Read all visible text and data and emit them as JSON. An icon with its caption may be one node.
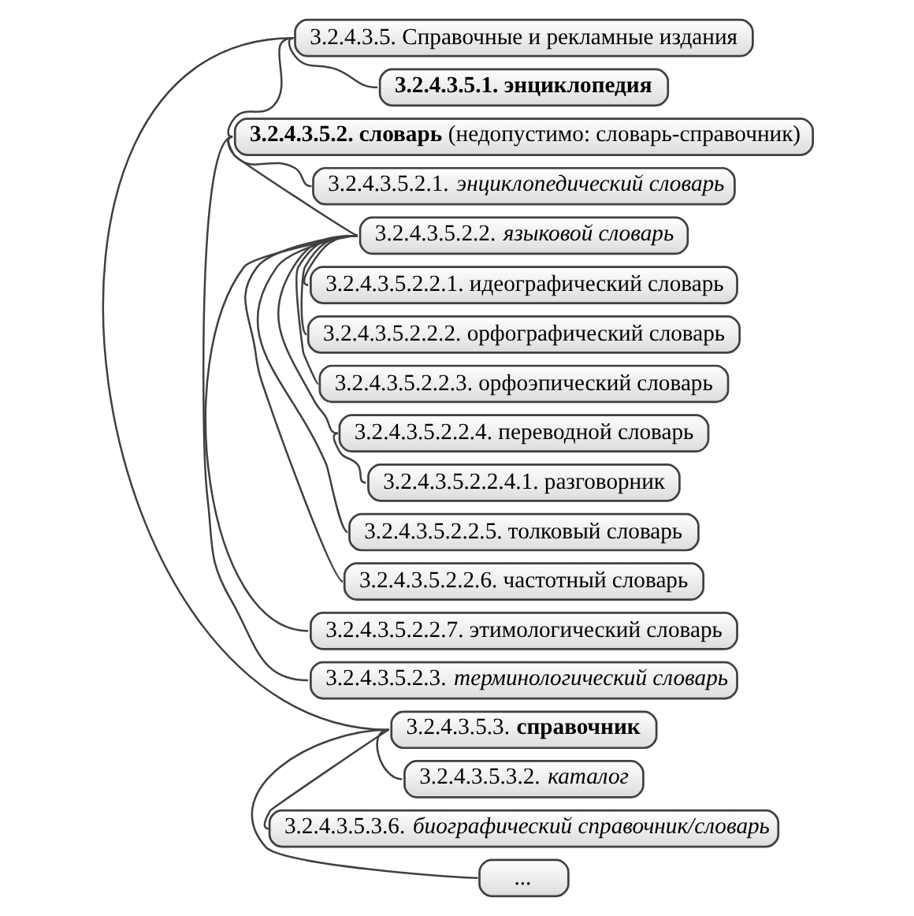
{
  "diagram": {
    "nodes": [
      {
        "text": [
          "3.2.4.3.5. Справочные и рекламные издания"
        ]
      },
      {
        "text": [
          "**3.2.4.3.5.1. энциклопедия**"
        ]
      },
      {
        "text": [
          "**3.2.4.3.5.2. словарь** (недопустимо: словарь-справочник)"
        ]
      },
      {
        "text": [
          "3.2.4.3.5.2.1. *энциклопедический словарь*"
        ]
      },
      {
        "text": [
          "3.2.4.3.5.2.2. *языковой словарь*"
        ]
      },
      {
        "text": [
          "3.2.4.3.5.2.2.1. идеографический словарь"
        ]
      },
      {
        "text": [
          "3.2.4.3.5.2.2.2. орфографический словарь"
        ]
      },
      {
        "text": [
          "3.2.4.3.5.2.2.3. орфоэпический словарь"
        ]
      },
      {
        "text": [
          "3.2.4.3.5.2.2.4. переводной словарь"
        ]
      },
      {
        "text": [
          "3.2.4.3.5.2.2.4.1. разговорник"
        ]
      },
      {
        "text": [
          "3.2.4.3.5.2.2.5. толковый словарь"
        ]
      },
      {
        "text": [
          "3.2.4.3.5.2.2.6. частотный словарь"
        ]
      },
      {
        "text": [
          "3.2.4.3.5.2.2.7. этимологический словарь"
        ]
      },
      {
        "text": [
          "3.2.4.3.5.2.3. *терминологический словарь*"
        ]
      },
      {
        "text": [
          "3.2.4.3.5.3. **справочник**"
        ]
      },
      {
        "text": [
          "3.2.4.3.5.3.2. *каталог*"
        ]
      },
      {
        "text": [
          "3.2.4.3.5.3.6. *биографический справочник/словарь*"
        ]
      },
      {
        "text": [
          "..."
        ]
      }
    ],
    "edges": [
      {
        "from": 0,
        "to": 1,
        "arrow": "none"
      },
      {
        "from": 0,
        "to": 2,
        "arrow": "none"
      },
      {
        "from": 2,
        "to": 3,
        "arrow": "none"
      },
      {
        "from": 2,
        "to": 4,
        "arrow": "none"
      },
      {
        "from": 4,
        "to": 5,
        "arrow": "none"
      },
      {
        "from": 4,
        "to": 6,
        "arrow": "none"
      },
      {
        "from": 4,
        "to": 7,
        "arrow": "none"
      },
      {
        "from": 4,
        "to": 8,
        "arrow": "none"
      },
      {
        "from": 8,
        "to": 9,
        "arrow": "none"
      },
      {
        "from": 4,
        "to": 10,
        "arrow": "none"
      },
      {
        "from": 4,
        "to": 11,
        "arrow": "none"
      },
      {
        "from": 4,
        "to": 12,
        "arrow": "none"
      },
      {
        "from": 2,
        "to": 13,
        "arrow": "none"
      },
      {
        "from": 0,
        "to": 14,
        "arrow": "none"
      },
      {
        "from": 14,
        "to": 15,
        "arrow": "none"
      },
      {
        "from": 14,
        "to": 16,
        "arrow": "none"
      },
      {
        "from": 14,
        "to": 17,
        "arrow": "none"
      }
    ]
  }
}
